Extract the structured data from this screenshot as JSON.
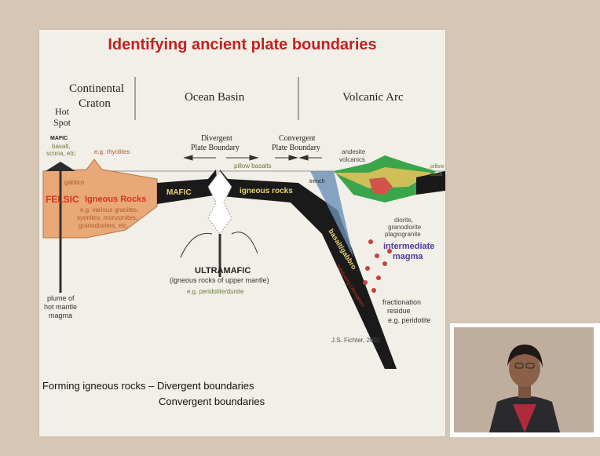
{
  "slide": {
    "title": "Identifying ancient plate boundaries",
    "caption_line1": "Forming igneous rocks – Divergent boundaries",
    "caption_line2": "Convergent boundaries"
  },
  "diagram": {
    "region_continental": "Continental",
    "region_craton": "Craton",
    "region_ocean": "Ocean Basin",
    "region_arc": "Volcanic Arc",
    "hot": "Hot",
    "spot": "Spot",
    "mafic_small": "MAFIC",
    "basalt": "basalt,",
    "scoria": "scoria, etc.",
    "eg_rhyolites": "e.g. rhyolites",
    "gabbro": "gabbro",
    "felsic": "FELSIC",
    "igneous_rocks_left": "Igneous Rocks",
    "granites": "e.g. various granites,",
    "syenites": "syenites, monzonites,",
    "granodiorites": "granodiorites, etc.",
    "divergent_l1": "Divergent",
    "divergent_l2": "Plate Boundary",
    "convergent_l1": "Convergent",
    "convergent_l2": "Plate Boundary",
    "pillow_basalts": "pillow basalts",
    "mafic": "MAFIC",
    "igneous_rocks_mid": "igneous rocks",
    "trench": "trench",
    "andesite": "andesite",
    "volcanics": "volcanics",
    "pillow_right_1": "pillow",
    "pillow_right_2": "basa",
    "diorite": "diorite,",
    "granodiorite": "granodiorite",
    "plagiogranite": "plagiogranite",
    "intermediate": "intermediate",
    "magma": "magma",
    "basalt_gabbro": "basalt/gabbro",
    "subducting": "Subducting Lithosphere",
    "ultramafic": "ULTRAMAFIC",
    "ultramafic_sub": "(igneous rocks of upper mantle)",
    "eg_peridotite_dunite": "e.g. peridotite/dunite",
    "plume1": "plume of",
    "plume2": "hot mantle",
    "plume3": "magma",
    "fractionation": "fractionation",
    "residue": "residue",
    "eg_peridotite": "e.g. peridotite",
    "credit": "J.S. Fichter, 2001"
  },
  "colors": {
    "title": "#c52020",
    "felsic": "#e8a877",
    "mafic": "#1a1a1a",
    "intermediate": "#4b3aa0",
    "volcanic_green": "#3aa54a",
    "background": "#d6c6b6"
  }
}
